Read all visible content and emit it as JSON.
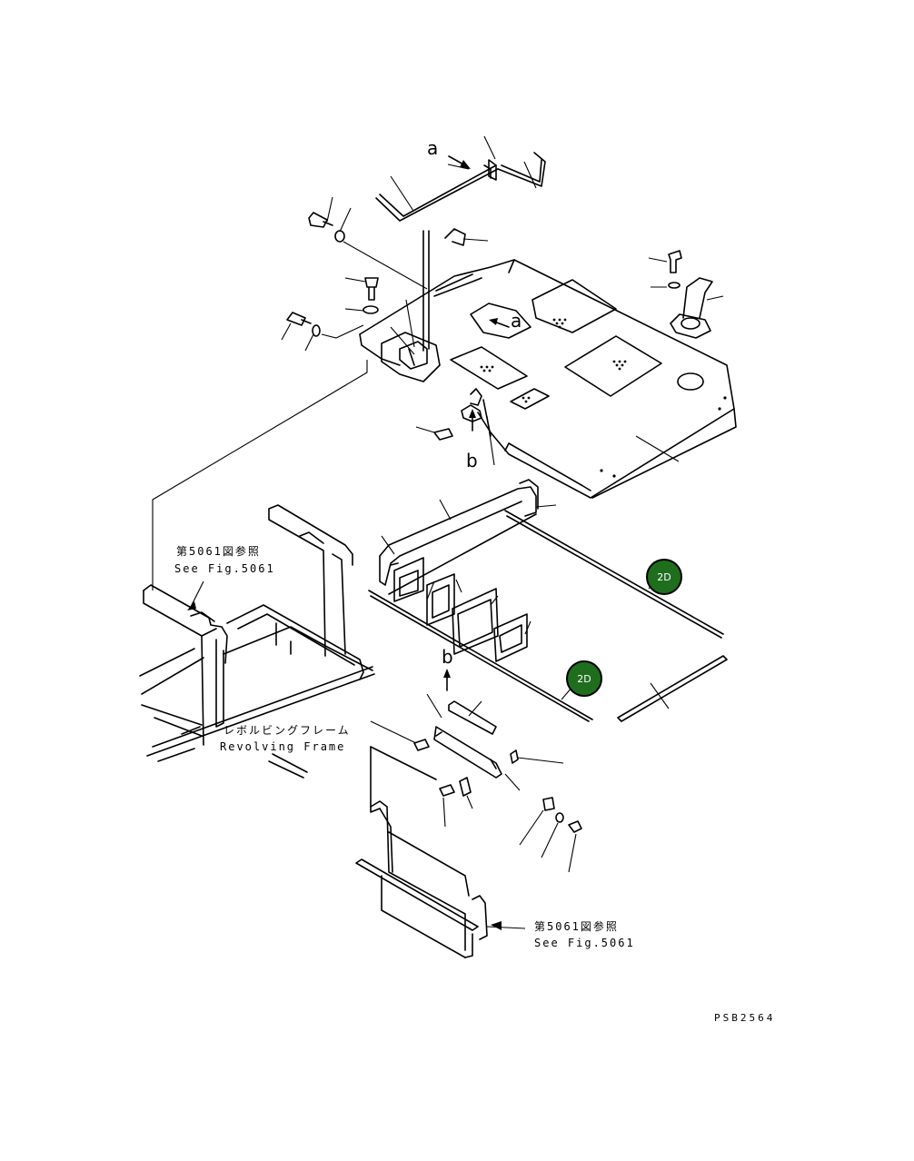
{
  "diagram_code": "PSB2564",
  "callouts": {
    "a_top": "a",
    "a_mid": "a",
    "b_upper": "b",
    "b_lower": "b"
  },
  "reference_upper": {
    "jp": "第5061図参照",
    "en": "See Fig.5061"
  },
  "reference_lower": {
    "jp": "第5061図参照",
    "en": "See Fig.5061"
  },
  "frame_label": {
    "jp": "レボルビングフレーム",
    "en": "Revolving Frame"
  },
  "badges": [
    {
      "text": "2D",
      "color": "#1e6e1e"
    },
    {
      "text": "2D",
      "color": "#1e6e1e"
    }
  ]
}
